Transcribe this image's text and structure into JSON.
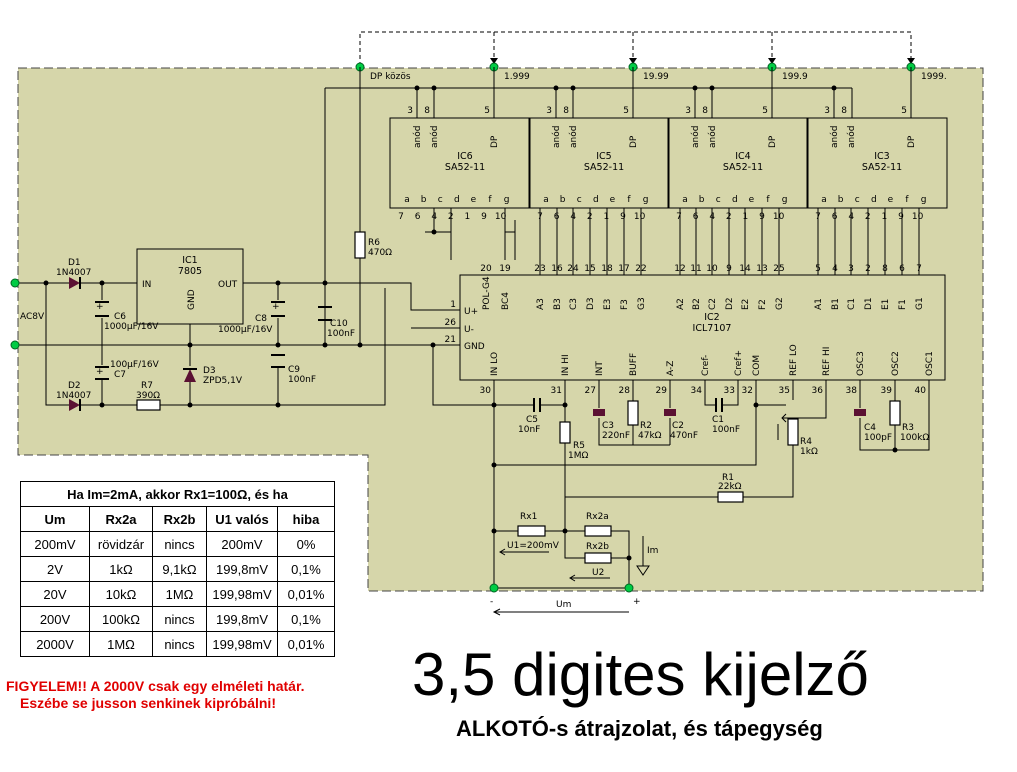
{
  "colors": {
    "board": "#d6d6aa",
    "wire": "#000000",
    "node": "#009933",
    "warning": "#e00000",
    "capacitor": "#5b1133"
  },
  "top_labels": {
    "dp_common": "DP közös",
    "d1": "1.999",
    "d2": "19.99",
    "d3": "199.9",
    "d4": "1999."
  },
  "displays": [
    {
      "name": "IC6",
      "type": "SA52-11",
      "top_pins": [
        "3",
        "8",
        "5"
      ],
      "top_labels": [
        "anód",
        "anód",
        "DP"
      ],
      "seg_letters": [
        "a",
        "b",
        "c",
        "d",
        "e",
        "f",
        "g"
      ],
      "seg_pins": [
        "7",
        "6",
        "4",
        "2",
        "1",
        "9",
        "10"
      ]
    },
    {
      "name": "IC5",
      "type": "SA52-11",
      "top_pins": [
        "3",
        "8",
        "5"
      ],
      "top_labels": [
        "anód",
        "anód",
        "DP"
      ],
      "seg_letters": [
        "a",
        "b",
        "c",
        "d",
        "e",
        "f",
        "g"
      ],
      "seg_pins": [
        "7",
        "6",
        "4",
        "2",
        "1",
        "9",
        "10"
      ]
    },
    {
      "name": "IC4",
      "type": "SA52-11",
      "top_pins": [
        "3",
        "8",
        "5"
      ],
      "top_labels": [
        "anód",
        "anód",
        "DP"
      ],
      "seg_letters": [
        "a",
        "b",
        "c",
        "d",
        "e",
        "f",
        "g"
      ],
      "seg_pins": [
        "7",
        "6",
        "4",
        "2",
        "1",
        "9",
        "10"
      ]
    },
    {
      "name": "IC3",
      "type": "SA52-11",
      "top_pins": [
        "3",
        "8",
        "5"
      ],
      "top_labels": [
        "anód",
        "anód",
        "DP"
      ],
      "seg_letters": [
        "a",
        "b",
        "c",
        "d",
        "e",
        "f",
        "g"
      ],
      "seg_pins": [
        "7",
        "6",
        "4",
        "2",
        "1",
        "9",
        "10"
      ]
    }
  ],
  "icl": {
    "name": "IC2",
    "type": "ICL7107",
    "top_pins": [
      "20",
      "19",
      "23",
      "16",
      "24",
      "15",
      "18",
      "17",
      "22",
      "12",
      "11",
      "10",
      "9",
      "14",
      "13",
      "25",
      "5",
      "4",
      "3",
      "2",
      "8",
      "6",
      "7"
    ],
    "top_labels": [
      "POL-G4",
      "BC4",
      "A3",
      "B3",
      "C3",
      "D3",
      "E3",
      "F3",
      "G3",
      "A2",
      "B2",
      "C2",
      "D2",
      "E2",
      "F2",
      "G2",
      "A1",
      "B1",
      "C1",
      "D1",
      "E1",
      "F1",
      "G1"
    ],
    "left_pins": [
      "1",
      "26",
      "21"
    ],
    "left_labels": [
      "U+",
      "U-",
      "GND"
    ],
    "bottom_pins": [
      "30",
      "31",
      "27",
      "28",
      "29",
      "34",
      "33",
      "32",
      "35",
      "36",
      "38",
      "39",
      "40"
    ],
    "bottom_labels": [
      "IN LO",
      "IN HI",
      "INT",
      "BUFF",
      "A-Z",
      "Cref-",
      "Cref+",
      "COM",
      "REF LO",
      "REF HI",
      "OSC3",
      "OSC2",
      "OSC1"
    ]
  },
  "regulator": {
    "name": "IC1",
    "type": "7805",
    "in": "IN",
    "out": "OUT",
    "gnd": "GND"
  },
  "parts": {
    "ac_label": "AC8V",
    "d1": [
      "D1",
      "1N4007"
    ],
    "d2": [
      "D2",
      "1N4007"
    ],
    "d3": [
      "D3",
      "ZPD5,1V"
    ],
    "c6": [
      "C6",
      "1000µF/16V"
    ],
    "c7": [
      "100µF/16V",
      "C7"
    ],
    "c8": [
      "C8",
      "1000µF/16V"
    ],
    "c9": [
      "C9",
      "100nF"
    ],
    "c10": [
      "C10",
      "100nF"
    ],
    "r7": [
      "R7",
      "390Ω"
    ],
    "r6": [
      "R6",
      "470Ω"
    ],
    "c5": [
      "C5",
      "10nF"
    ],
    "r5": [
      "R5",
      "1MΩ"
    ],
    "c3": [
      "C3",
      "220nF"
    ],
    "r2": [
      "R2",
      "47kΩ"
    ],
    "c2": [
      "C2",
      "470nF"
    ],
    "c1": [
      "C1",
      "100nF"
    ],
    "r4": [
      "R4",
      "1kΩ"
    ],
    "c4": [
      "C4",
      "100pF"
    ],
    "r3": [
      "R3",
      "100kΩ"
    ],
    "r1": [
      "R1",
      "22kΩ"
    ],
    "rx1": "Rx1",
    "rx2a": "Rx2a",
    "rx2b": "Rx2b",
    "u1": "U1=200mV",
    "u2": "U2",
    "im": "Im",
    "um": "Um",
    "minus": "-",
    "plus": "+"
  },
  "range_table": {
    "caption": "Ha Im=2mA, akkor Rx1=100Ω, és ha",
    "headers": [
      "Um",
      "Rx2a",
      "Rx2b",
      "U1 valós",
      "hiba"
    ],
    "rows": [
      [
        "200mV",
        "rövidzár",
        "nincs",
        "200mV",
        "0%"
      ],
      [
        "2V",
        "1kΩ",
        "9,1kΩ",
        "199,8mV",
        "0,1%"
      ],
      [
        "20V",
        "10kΩ",
        "1MΩ",
        "199,98mV",
        "0,01%"
      ],
      [
        "200V",
        "100kΩ",
        "nincs",
        "199,8mV",
        "0,1%"
      ],
      [
        "2000V",
        "1MΩ",
        "nincs",
        "199,98mV",
        "0,01%"
      ]
    ]
  },
  "warning": [
    "FIGYELEM!! A 2000V csak egy elméleti határ.",
    "Eszébe se jusson senkinek kipróbálni!"
  ],
  "title": "3,5 digites kijelző",
  "subtitle": "ALKOTÓ-s átrajzolat, és tápegység"
}
